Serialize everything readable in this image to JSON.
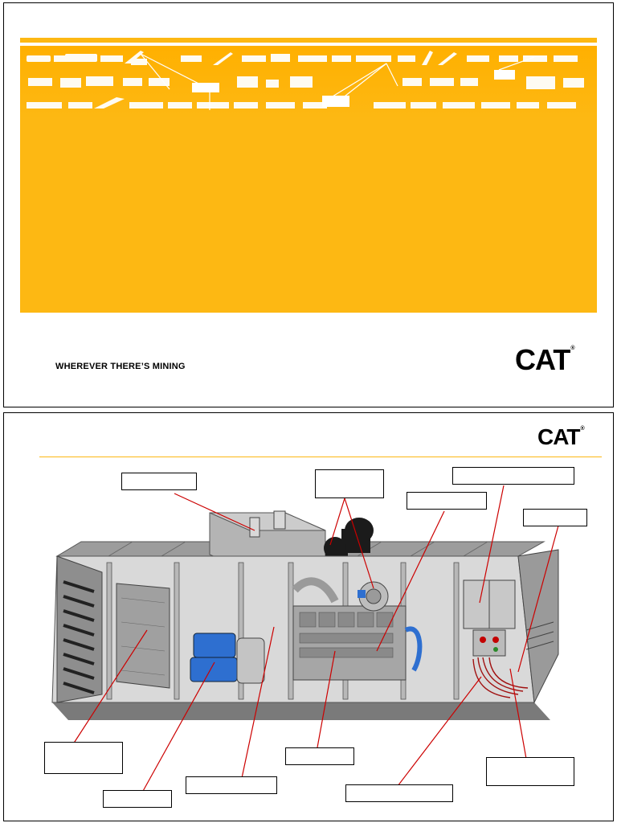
{
  "slide1": {
    "tagline": "WHEREVER THERE’S MINING",
    "logo": {
      "text": "CAT",
      "registered": "®"
    },
    "colors": {
      "brand_yellow": "#FDB813",
      "black": "#000000"
    },
    "banner_art": "mining-equipment-silhouettes"
  },
  "slide2": {
    "logo": {
      "text": "CAT",
      "registered": "®"
    },
    "diagram": "generator-set-enclosure-cutaway",
    "callouts": [
      {
        "id": "c1",
        "text": ""
      },
      {
        "id": "c2",
        "text": ""
      },
      {
        "id": "c3",
        "text": ""
      },
      {
        "id": "c4",
        "text": ""
      },
      {
        "id": "c5",
        "text": ""
      },
      {
        "id": "c6",
        "text": ""
      },
      {
        "id": "c7",
        "text": ""
      },
      {
        "id": "c8",
        "text": ""
      },
      {
        "id": "c9",
        "text": ""
      },
      {
        "id": "c10",
        "text": ""
      },
      {
        "id": "c11",
        "text": ""
      },
      {
        "id": "c12",
        "text": ""
      }
    ],
    "colors": {
      "leader_line": "#CC0000",
      "enclosure": "#A8A8A8",
      "engine_blue": "#2E6FD0"
    }
  }
}
